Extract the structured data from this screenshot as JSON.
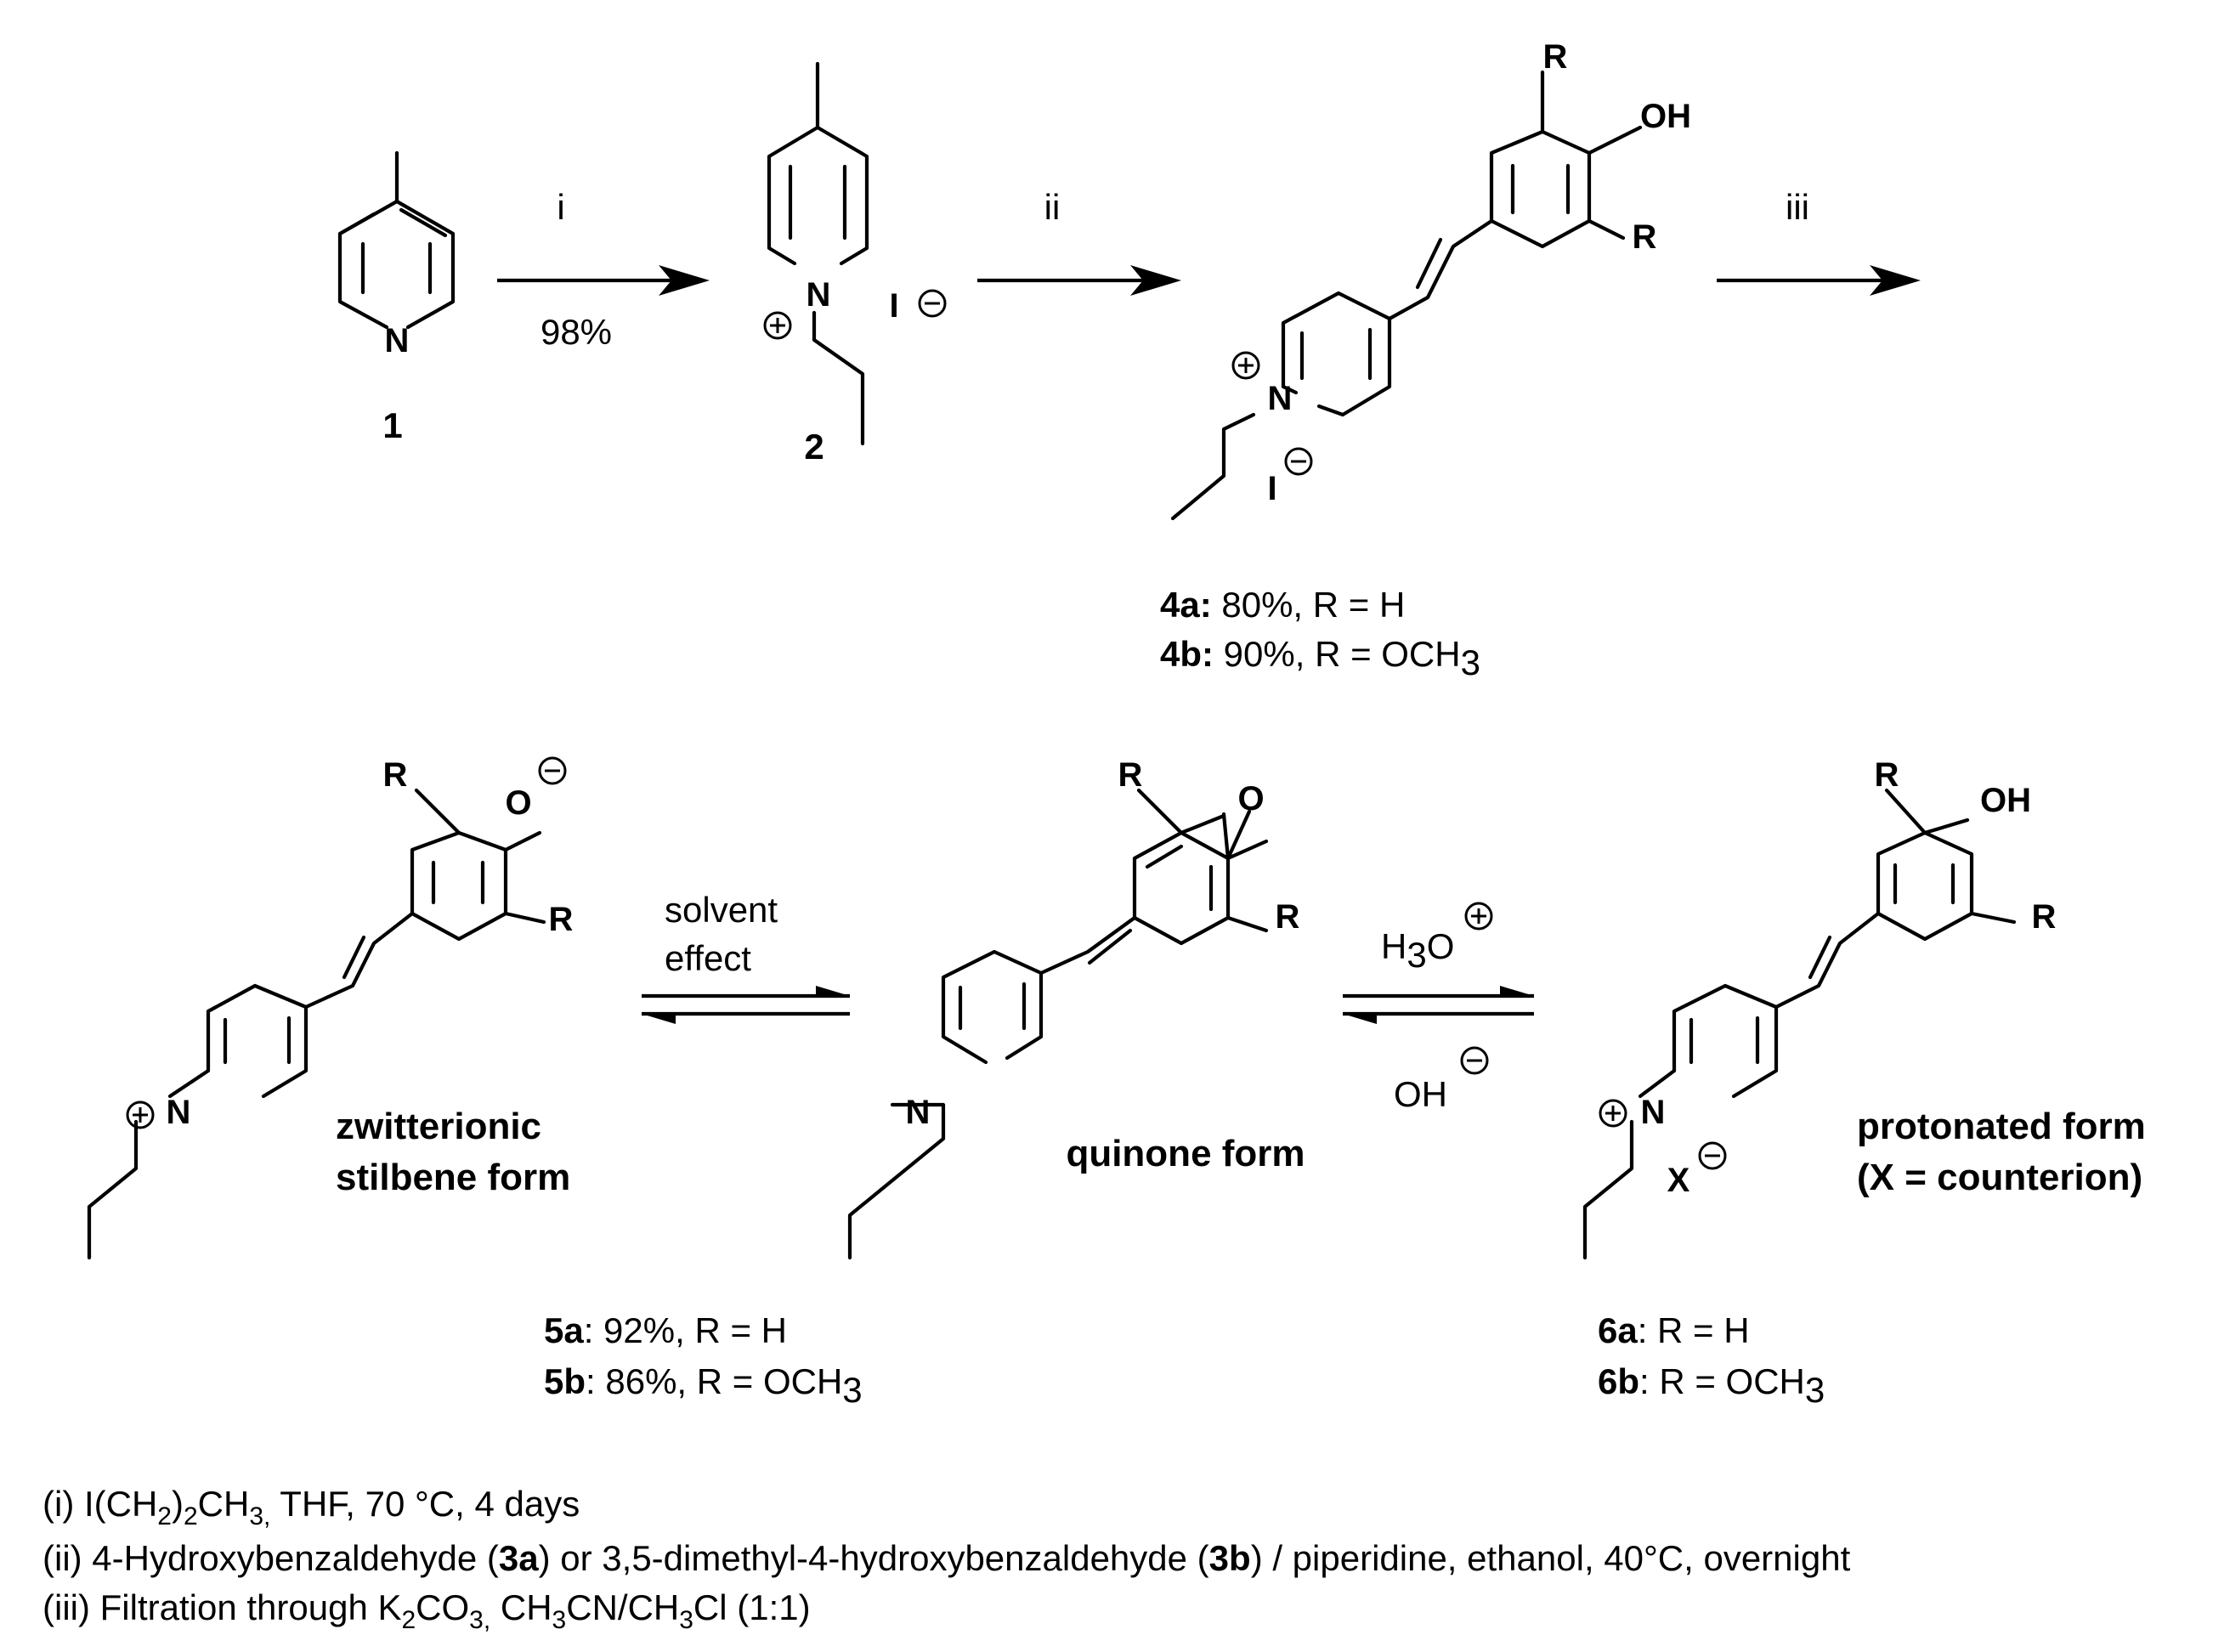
{
  "steps": {
    "i": "i",
    "ii": "ii",
    "iii": "iii",
    "yield_i": "98%"
  },
  "compounds": {
    "c1": "1",
    "c2": "2",
    "c4a_num": "4a:",
    "c4a_text": " 80%, R = H",
    "c4b_num": "4b:",
    "c4b_text": " 90%, R = OCH",
    "c5a_num": "5a",
    "c5a_text": ": 92%, R = H",
    "c5b_num": "5b",
    "c5b_text": ": 86%, R = OCH",
    "c6a_num": "6a",
    "c6a_text": ": R = H",
    "c6b_num": "6b",
    "c6b_text": ": R = OCH",
    "sub3": "3"
  },
  "forms": {
    "zwitterionic_1": "zwitterionic",
    "zwitterionic_2": "stilbene form",
    "quinone": "quinone form",
    "protonated_1": "protonated form",
    "protonated_2": "(X = counterion)"
  },
  "equilibria": {
    "solvent_1": "solvent",
    "solvent_2": "effect",
    "h3o_a": "H",
    "h3o_sub": "3",
    "h3o_b": "O",
    "oh": "OH"
  },
  "atoms": {
    "N": "N",
    "I": "I",
    "R": "R",
    "OH": "OH",
    "O": "O",
    "X": "X"
  },
  "conditions": {
    "line1_a": "(i) I(CH",
    "line1_sub1": "2",
    "line1_b": ")",
    "line1_sub2": "2",
    "line1_c": "CH",
    "line1_sub3": "3,",
    "line1_d": " THF,  70 °C, 4 days",
    "line2_a": "(ii) 4-Hydroxybenzaldehyde (",
    "line2_b1": "3a",
    "line2_c": ") or 3,5-dimethyl-4-hydroxybenzaldehyde (",
    "line2_b2": "3b",
    "line2_d": ") / piperidine, ethanol, 40°C, overnight",
    "line3_a": "(iii) Filtration through K",
    "line3_sub1": "2",
    "line3_b": "CO",
    "line3_sub2": "3,",
    "line3_c": "  CH",
    "line3_sub3": "3",
    "line3_d": "CN/CH",
    "line3_sub4": "3",
    "line3_e": "Cl (1:1)"
  }
}
